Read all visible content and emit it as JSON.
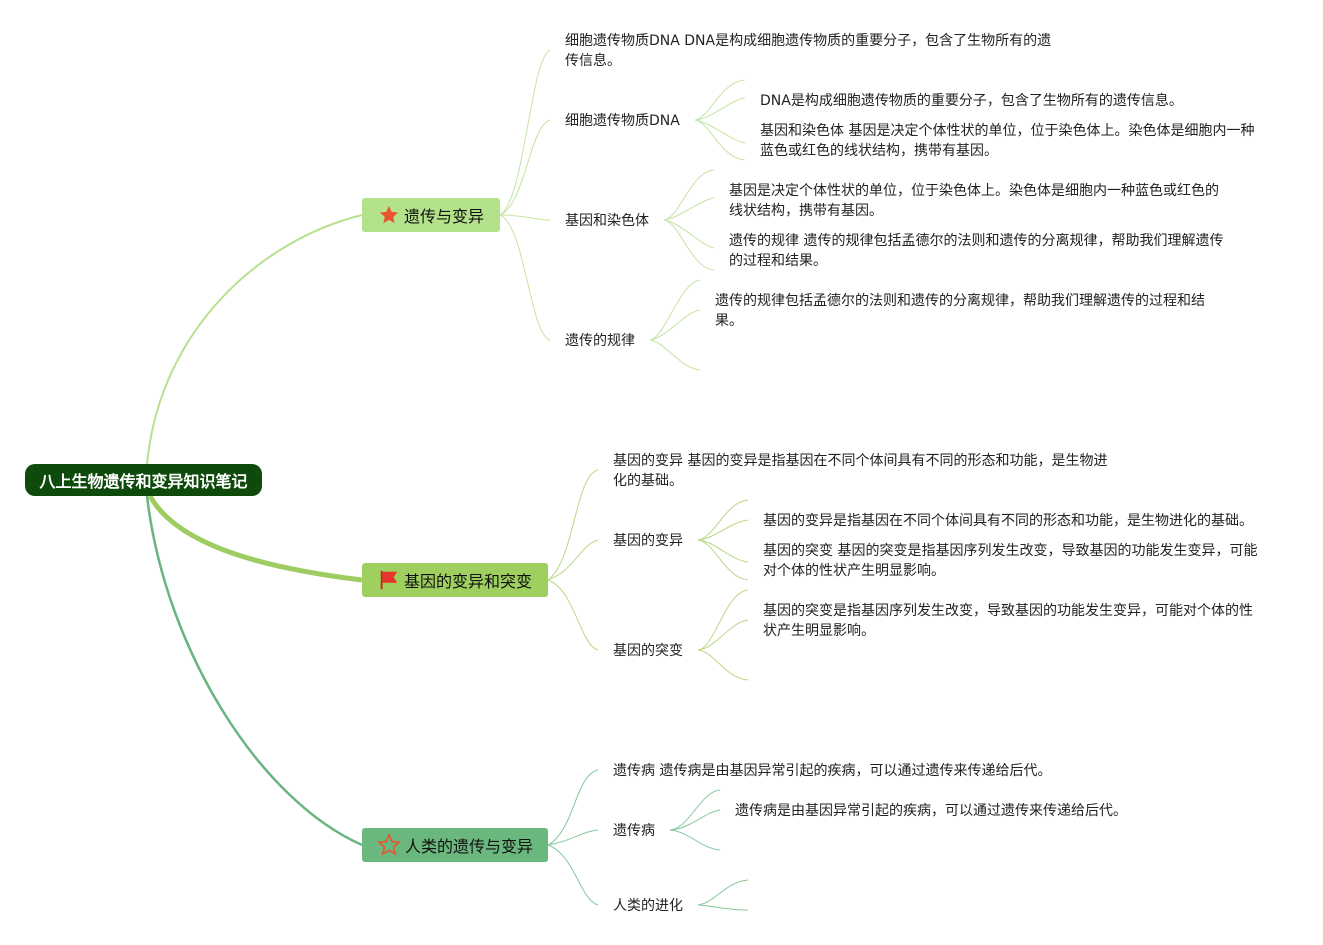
{
  "root": {
    "label": "八上生物遗传和变异知识笔记",
    "color": "#0e4a0b"
  },
  "branches": [
    {
      "label": "遗传与变异",
      "icon": "star-filled-icon",
      "fill": "#b3e28a",
      "line": "#b8e08e",
      "items": [
        {
          "text": "细胞遗传物质DNA DNA是构成细胞遗传物质的重要分子，包含了生物所有的遗传信息。"
        },
        {
          "text": "细胞遗传物质DNA",
          "children": [
            "DNA是构成细胞遗传物质的重要分子，包含了生物所有的遗传信息。",
            "基因和染色体 基因是决定个体性状的单位，位于染色体上。染色体是细胞内一种蓝色或红色的线状结构，携带有基因。"
          ]
        },
        {
          "text": "基因和染色体",
          "children": [
            "基因是决定个体性状的单位，位于染色体上。染色体是细胞内一种蓝色或红色的线状结构，携带有基因。",
            "遗传的规律 遗传的规律包括孟德尔的法则和遗传的分离规律，帮助我们理解遗传的过程和结果。"
          ]
        },
        {
          "text": "遗传的规律",
          "children": [
            "遗传的规律包括孟德尔的法则和遗传的分离规律，帮助我们理解遗传的过程和结果。"
          ]
        }
      ]
    },
    {
      "label": "基因的变异和突变",
      "icon": "flag-icon",
      "fill": "#9ecf5f",
      "line": "#9fcc62",
      "items": [
        {
          "text": "基因的变异 基因的变异是指基因在不同个体间具有不同的形态和功能，是生物进化的基础。"
        },
        {
          "text": "基因的变异",
          "children": [
            "基因的变异是指基因在不同个体间具有不同的形态和功能，是生物进化的基础。",
            "基因的突变 基因的突变是指基因序列发生改变，导致基因的功能发生变异，可能对个体的性状产生明显影响。"
          ]
        },
        {
          "text": "基因的突变",
          "children": [
            "基因的突变是指基因序列发生改变，导致基因的功能发生变异，可能对个体的性状产生明显影响。"
          ]
        }
      ]
    },
    {
      "label": "人类的遗传与变异",
      "icon": "star-outline-icon",
      "fill": "#6bb87e",
      "line": "#6ab47f",
      "items": [
        {
          "text": "遗传病 遗传病是由基因异常引起的疾病，可以通过遗传来传递给后代。"
        },
        {
          "text": "遗传病",
          "children": [
            "遗传病是由基因异常引起的疾病，可以通过遗传来传递给后代。"
          ]
        },
        {
          "text": "人类的进化",
          "children": []
        }
      ]
    }
  ],
  "colors": {
    "icon_red": "#e8542f",
    "text": "#222222"
  }
}
